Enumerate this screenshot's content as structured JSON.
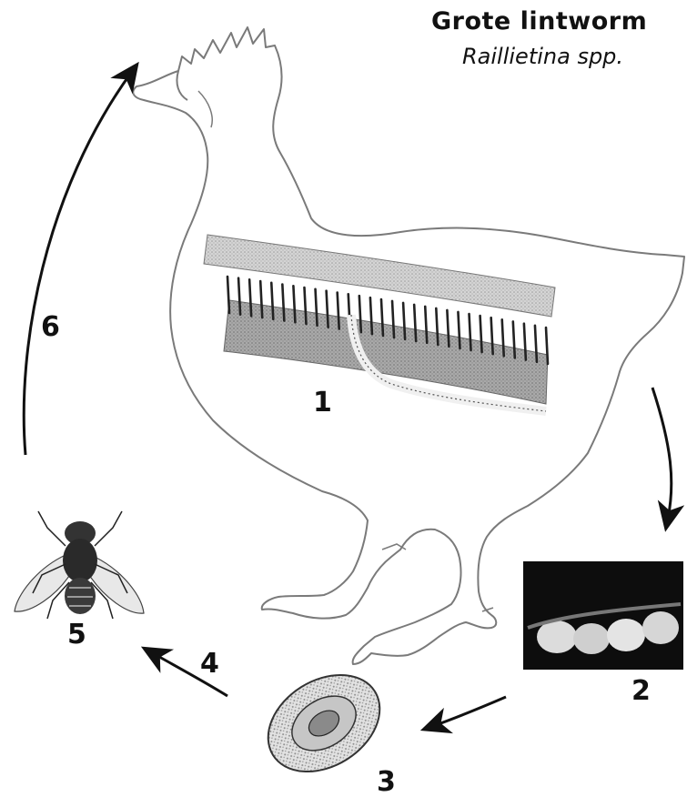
{
  "header": {
    "title": "Grote lintworm",
    "subtitle": "Raillietina spp."
  },
  "stages": {
    "s1": "1",
    "s2": "2",
    "s3": "3",
    "s4": "4",
    "s5": "5",
    "s6": "6"
  },
  "colors": {
    "outline": "#7a7a7a",
    "gut_wall": "#c8c8c8",
    "gut_dark": "#9a9a9a",
    "arrow": "#111111"
  }
}
